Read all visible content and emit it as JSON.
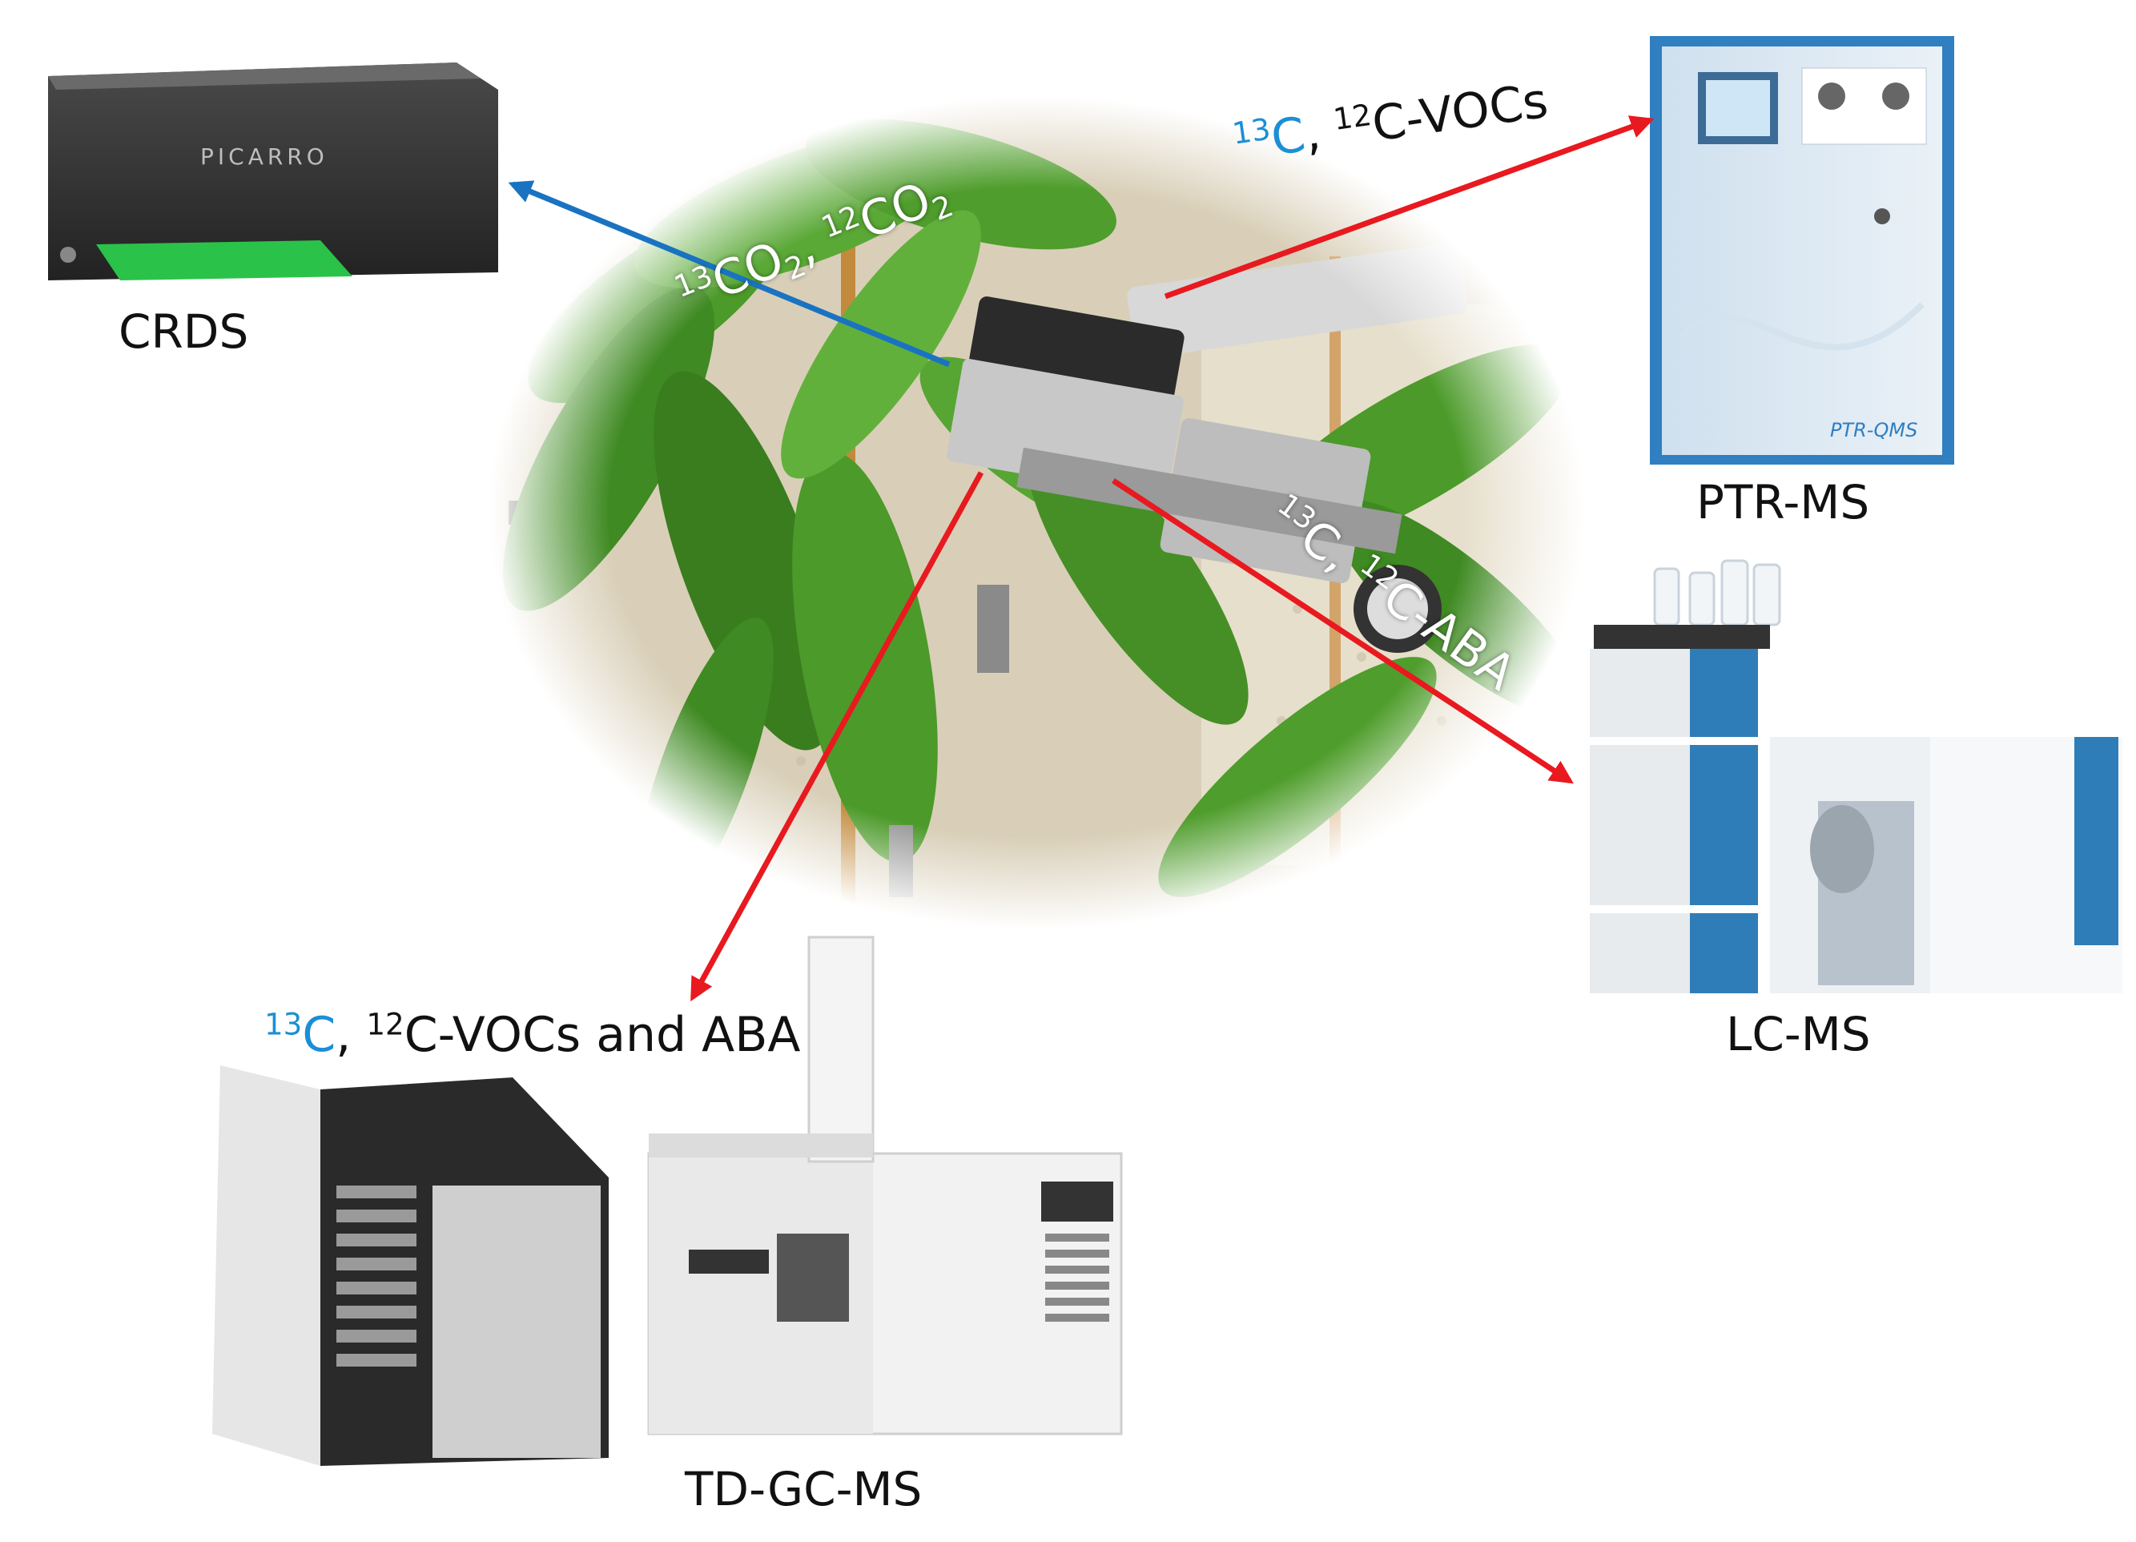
{
  "instruments": {
    "crds": {
      "label": "CRDS",
      "brand": "PICARRO"
    },
    "ptrms": {
      "label": "PTR-MS",
      "brand": "PTR-QMS"
    },
    "lcms": {
      "label": "LC-MS"
    },
    "tdgcms": {
      "label": "TD-GC-MS"
    }
  },
  "annotations": {
    "co2": {
      "iso13": "13",
      "mol1": "CO",
      "sub1": "2",
      "sep": ", ",
      "iso12": "12",
      "mol2": "CO",
      "sub2": "2"
    },
    "vocs": {
      "iso13": "13",
      "c13": "C",
      "sep": ", ",
      "iso12": "12",
      "rest": "C-VOCs"
    },
    "aba": {
      "iso13": "13",
      "c13": "C",
      "sep": ", ",
      "iso12": "12",
      "rest": "C-ABA"
    },
    "vocs_aba": {
      "iso13": "13",
      "c13": "C",
      "sep": ", ",
      "iso12": "12",
      "rest": "C-VOCs and ABA"
    }
  },
  "colors": {
    "arrow_red": "#e8191f",
    "arrow_blue": "#1a73c1",
    "isotope_blue": "#1b8fd6",
    "leaf": "#4c9a2a"
  }
}
